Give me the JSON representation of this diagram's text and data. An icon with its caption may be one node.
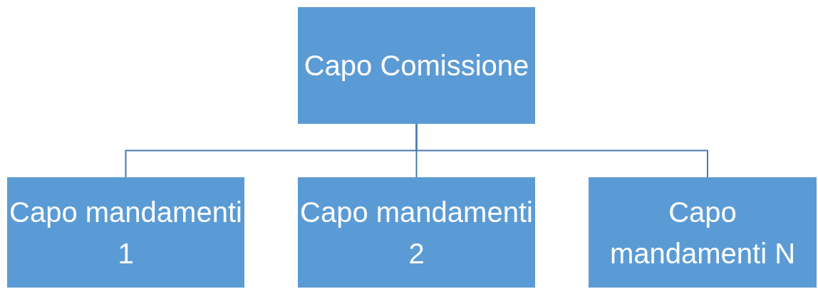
{
  "diagram": {
    "nodes": [
      {
        "text": [
          "Capo Comissione"
        ]
      },
      {
        "text": [
          "Capo mandamenti 1"
        ]
      },
      {
        "text": [
          "Capo mandamenti 2"
        ]
      },
      {
        "text": [
          "Capo mandamenti N"
        ]
      }
    ],
    "edges": [
      {
        "from": 0,
        "to": 1,
        "arrow": "none"
      },
      {
        "from": 0,
        "to": 2,
        "arrow": "none"
      },
      {
        "from": 0,
        "to": 3,
        "arrow": "none"
      }
    ]
  }
}
